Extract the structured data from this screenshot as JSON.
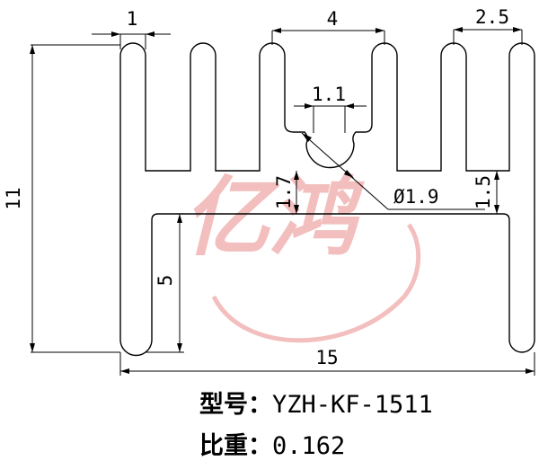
{
  "watermark": {
    "text": "亿鸿",
    "color": "#f2b8b8"
  },
  "dimensions": {
    "fin_thickness": "1",
    "fin_pitch": "4",
    "fin_gap": "2.5",
    "slot_width": "1.1",
    "hole_diameter": "Ø1.9",
    "slot_depth": "1.7",
    "base_to_fin": "1.5",
    "total_height": "11",
    "leg_height": "5",
    "total_width": "15"
  },
  "caption": {
    "model_label": "型号：",
    "model_value": "YZH-KF-1511",
    "weight_label": "比重：",
    "weight_value": "0.162"
  }
}
